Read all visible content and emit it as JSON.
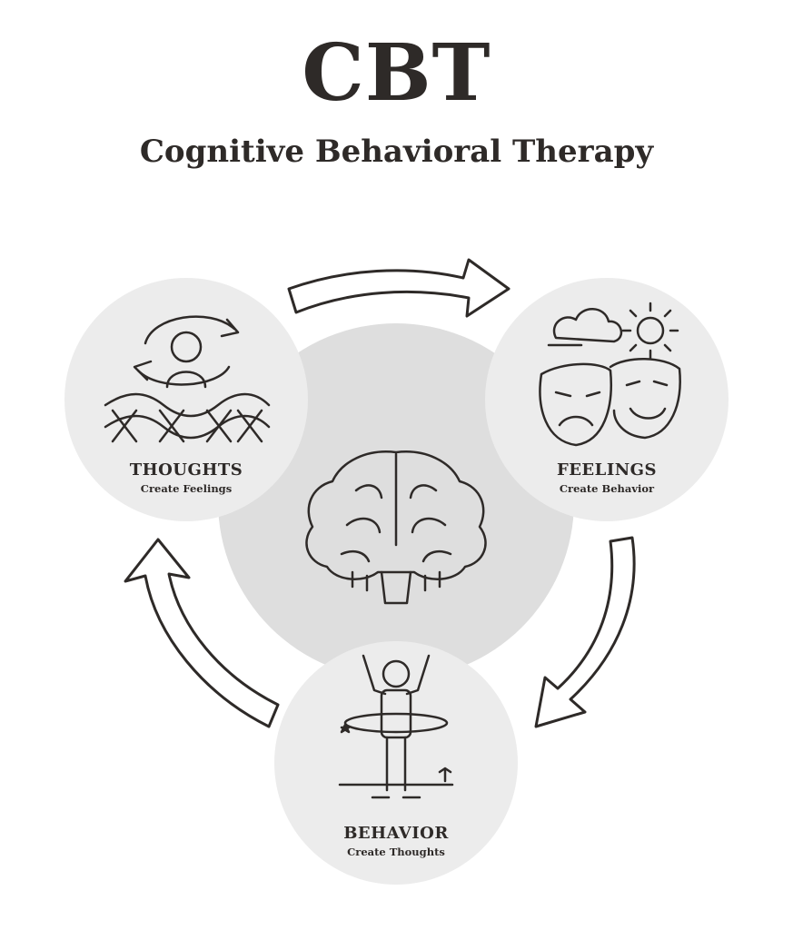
{
  "header": {
    "title": "CBT",
    "subtitle": "Cognitive Behavioral Therapy"
  },
  "nodes": {
    "thoughts": {
      "name": "THOUGHTS",
      "desc": "Create Feelings",
      "icon": "person-thinking-icon"
    },
    "feelings": {
      "name": "FEELINGS",
      "desc": "Create Behavior",
      "icon": "theater-masks-icon"
    },
    "behavior": {
      "name": "BEHAVIOR",
      "desc": "Create Thoughts",
      "icon": "person-exercising-icon"
    }
  },
  "center": {
    "icon": "brain-icon"
  },
  "colors": {
    "ink": "#2e2a28",
    "node_fill": "#ececec",
    "center_fill": "#dedede",
    "background": "#ffffff"
  }
}
